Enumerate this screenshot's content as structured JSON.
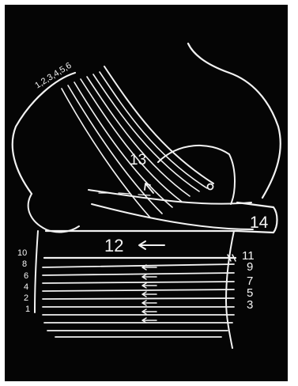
{
  "figure": {
    "background_color": "#050505",
    "chalk_color": "#f2f2f2",
    "upper_label": "1,2,3,4,5,6",
    "labels_left": [
      "10",
      "8",
      "6",
      "4",
      "2",
      "1"
    ],
    "labels_right": [
      "11",
      "9",
      "7",
      "5",
      "3"
    ],
    "label_12": "12",
    "label_13": "13",
    "label_14": "14"
  }
}
